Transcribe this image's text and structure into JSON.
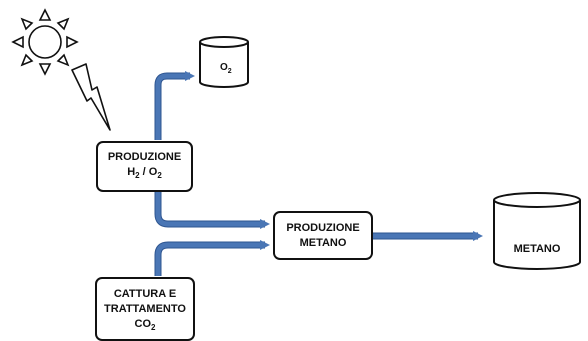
{
  "nodes": {
    "prod_h2": {
      "line1": "PRODUZIONE",
      "line2": "H",
      "sub2a": "2",
      "mid": " / O",
      "sub2b": "2"
    },
    "prod_metano": {
      "line1": "PRODUZIONE",
      "line2": "METANO"
    },
    "cattura": {
      "line1": "CATTURA E",
      "line2": "TRATTAMENTO",
      "line3": "CO",
      "sub3": "2"
    },
    "o2_tank": {
      "text": "O",
      "sub": "2"
    },
    "metano_tank": {
      "text": "METANO"
    }
  },
  "colors": {
    "arrow": "#4a76b5",
    "arrow_edge": "#2e5590",
    "outline": "#111111"
  },
  "icons": [
    "sun-icon",
    "lightning-icon"
  ]
}
